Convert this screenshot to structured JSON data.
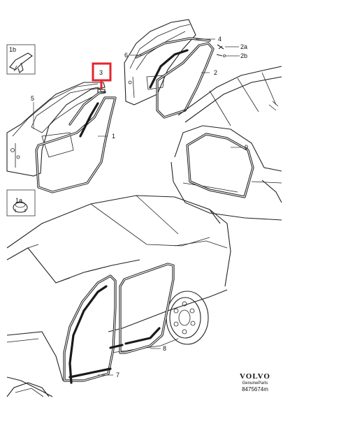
{
  "callouts": {
    "c1": "1",
    "c1a": "1a",
    "c1b": "1b",
    "c2": "2",
    "c2a": "2a",
    "c2b": "2b",
    "c3": "3",
    "c4": "4",
    "c5": "5",
    "c6": "6",
    "c7": "7",
    "c8": "8",
    "c9": "9"
  },
  "brand": {
    "logo": "VOLVO",
    "subtitle": "GenuineParts",
    "code": "8475674m"
  },
  "colors": {
    "highlight": "#e3262d",
    "line": "#222222",
    "background": "#ffffff"
  }
}
